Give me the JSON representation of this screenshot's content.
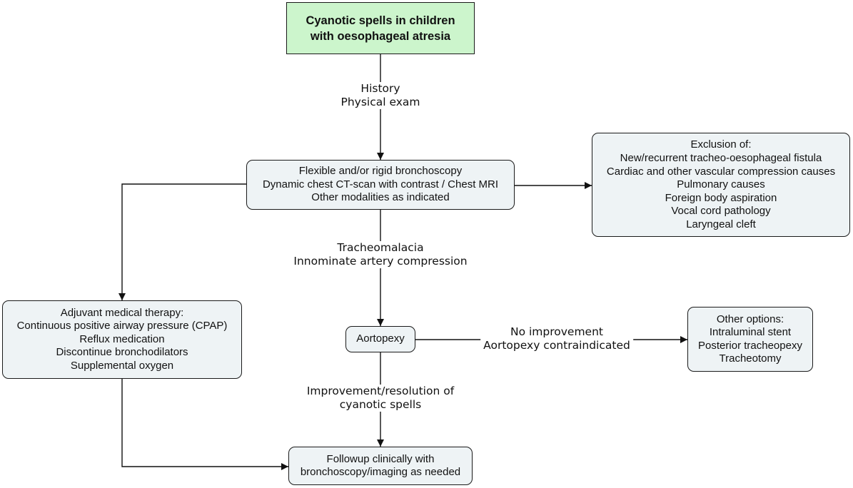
{
  "nodes": {
    "title": {
      "lines": [
        "Cyanotic spells in children",
        "with oesophageal atresia"
      ]
    },
    "investigations": {
      "lines": [
        "Flexible and/or rigid bronchoscopy",
        "Dynamic chest CT-scan with contrast / Chest MRI",
        "Other modalities as indicated"
      ]
    },
    "exclusion": {
      "lines": [
        "Exclusion of:",
        "New/recurrent tracheo-oesophageal fistula",
        "Cardiac and other vascular compression causes",
        "Pulmonary causes",
        "Foreign body aspiration",
        "Vocal cord pathology",
        "Laryngeal cleft"
      ]
    },
    "medical": {
      "lines": [
        "Adjuvant medical therapy:",
        "Continuous positive airway pressure (CPAP)",
        "Reflux medication",
        "Discontinue bronchodilators",
        "Supplemental oxygen"
      ]
    },
    "aortopexy": {
      "lines": [
        "Aortopexy"
      ]
    },
    "other_options": {
      "lines": [
        "Other options:",
        "Intraluminal stent",
        "Posterior tracheopexy",
        "Tracheotomy"
      ]
    },
    "followup": {
      "lines": [
        "Followup clinically with",
        "bronchoscopy/imaging as needed"
      ]
    }
  },
  "edges": {
    "history": {
      "lines": [
        "History",
        "Physical exam"
      ]
    },
    "tracheomalacia": {
      "lines": [
        "Tracheomalacia",
        "Innominate artery compression"
      ]
    },
    "no_improvement": {
      "lines": [
        "No improvement",
        "Aortopexy contraindicated"
      ]
    },
    "improvement": {
      "lines": [
        "Improvement/resolution of",
        "cyanotic spells"
      ]
    }
  }
}
